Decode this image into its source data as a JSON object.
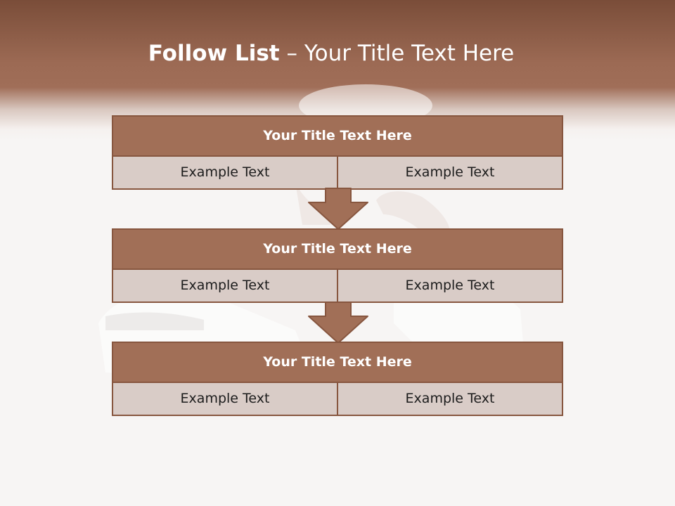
{
  "title": {
    "strong": "Follow List",
    "rest": " – Your Title Text Here"
  },
  "boxes": [
    {
      "title": "Your Title Text Here",
      "left_text": "Example Text",
      "right_text": "Example Text"
    },
    {
      "title": "Your Title Text Here",
      "left_text": "Example Text",
      "right_text": "Example Text"
    },
    {
      "title": "Your Title Text Here",
      "left_text": "Example Text",
      "right_text": "Example Text"
    }
  ],
  "colors": {
    "header_band": "#7a4d39",
    "box_title_fill": "#a16f57",
    "box_border": "#87563f",
    "cell_fill": "#d9ccc7",
    "arrow_fill": "#a16f57"
  }
}
